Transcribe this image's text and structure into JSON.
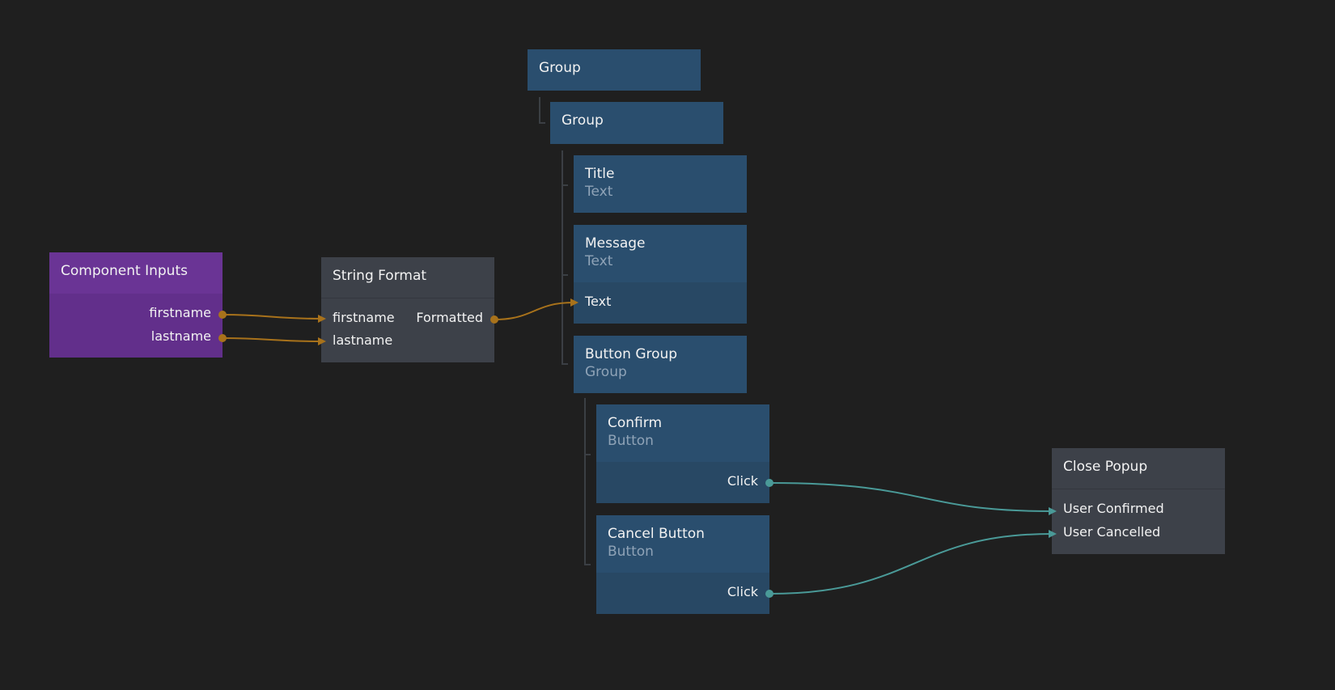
{
  "nodes": {
    "group_root": {
      "title": "Group"
    },
    "group_inner": {
      "title": "Group"
    },
    "title": {
      "title": "Title",
      "type": "Text"
    },
    "message": {
      "title": "Message",
      "type": "Text",
      "input": "Text"
    },
    "button_group": {
      "title": "Button Group",
      "type": "Group"
    },
    "confirm": {
      "title": "Confirm",
      "type": "Button",
      "output": "Click"
    },
    "cancel": {
      "title": "Cancel Button",
      "type": "Button",
      "output": "Click"
    },
    "component_inputs": {
      "title": "Component Inputs",
      "outputs": [
        "firstname",
        "lastname"
      ]
    },
    "string_format": {
      "title": "String Format",
      "inputs": [
        "firstname",
        "lastname"
      ],
      "output": "Formatted"
    },
    "close_popup": {
      "title": "Close Popup",
      "inputs": [
        "User Confirmed",
        "User Cancelled"
      ]
    }
  },
  "colors": {
    "background": "#1f1f1f",
    "visual_node": "#2a4e6e",
    "logic_node": "#3d4149",
    "component_node": "#6a3495",
    "data_wire": "#a8721b",
    "signal_wire": "#4a9a98",
    "subtitle_text": "#8fa3b7"
  }
}
